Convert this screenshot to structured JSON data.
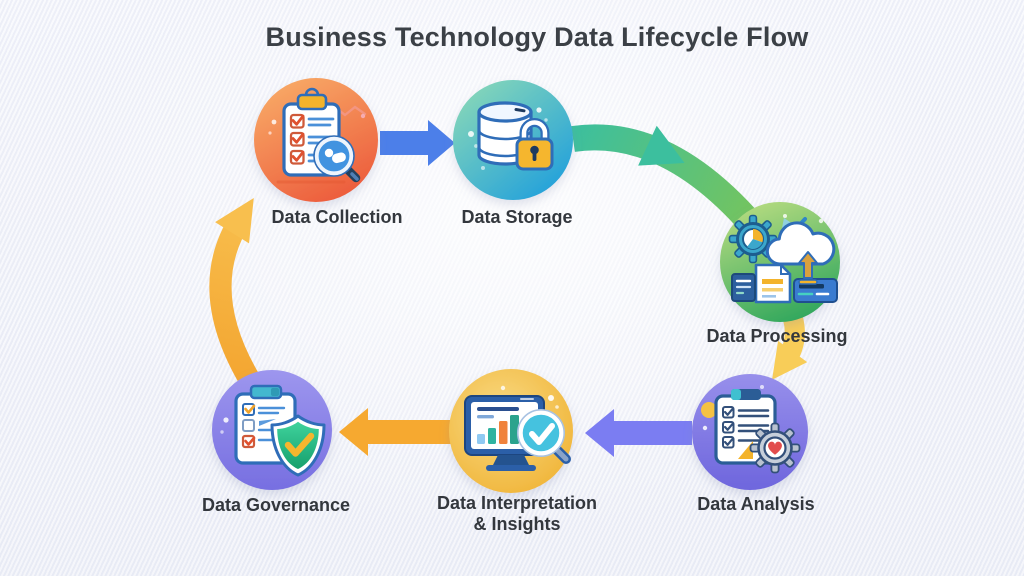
{
  "title": {
    "text": "Business Technology Data Lifecycle Flow"
  },
  "theme": {
    "text_color": "#3b4046",
    "background": "#eff1f8"
  },
  "nodes": [
    {
      "id": "data-collection",
      "label": "Data Collection",
      "icon": "clipboard-checklist-magnifier-icon",
      "color_top": "#f8a966",
      "color_bottom": "#ec5a3b"
    },
    {
      "id": "data-storage",
      "label": "Data Storage",
      "icon": "database-lock-icon",
      "color_top": "#85d6b9",
      "color_bottom": "#1f9fdc"
    },
    {
      "id": "data-processing",
      "label": "Data Processing",
      "icon": "gear-cloud-upload-icon",
      "color_top": "#b3da7f",
      "color_bottom": "#2ea65c"
    },
    {
      "id": "data-analysis",
      "label": "Data Analysis",
      "icon": "checklist-gear-heart-icon",
      "color_top": "#978feb",
      "color_bottom": "#6e66dd"
    },
    {
      "id": "data-interpretation",
      "label": "Data Interpretation\n& Insights",
      "icon": "monitor-chart-magnifier-icon",
      "color_top": "#f9db85",
      "color_bottom": "#efb02f"
    },
    {
      "id": "data-governance",
      "label": "Data Governance",
      "icon": "clipboard-shield-check-icon",
      "color_top": "#9d96ee",
      "color_bottom": "#776fe1"
    }
  ],
  "arrows": [
    {
      "name": "collection-to-storage",
      "shape": "block-right",
      "color": "#4c7fe9"
    },
    {
      "name": "storage-to-processing",
      "shape": "curved",
      "color_from": "#3cbf9e",
      "color_to": "#74c45f"
    },
    {
      "name": "processing-to-analysis",
      "shape": "curved-down",
      "color": "#f8cd58"
    },
    {
      "name": "analysis-to-interpretation",
      "shape": "block-left",
      "color": "#7b7df2"
    },
    {
      "name": "interpretation-to-governance",
      "shape": "block-left",
      "color": "#f6a930"
    },
    {
      "name": "governance-to-collection",
      "shape": "curved-up",
      "color_from": "#f3a42f",
      "color_to": "#f8bf4e"
    }
  ]
}
